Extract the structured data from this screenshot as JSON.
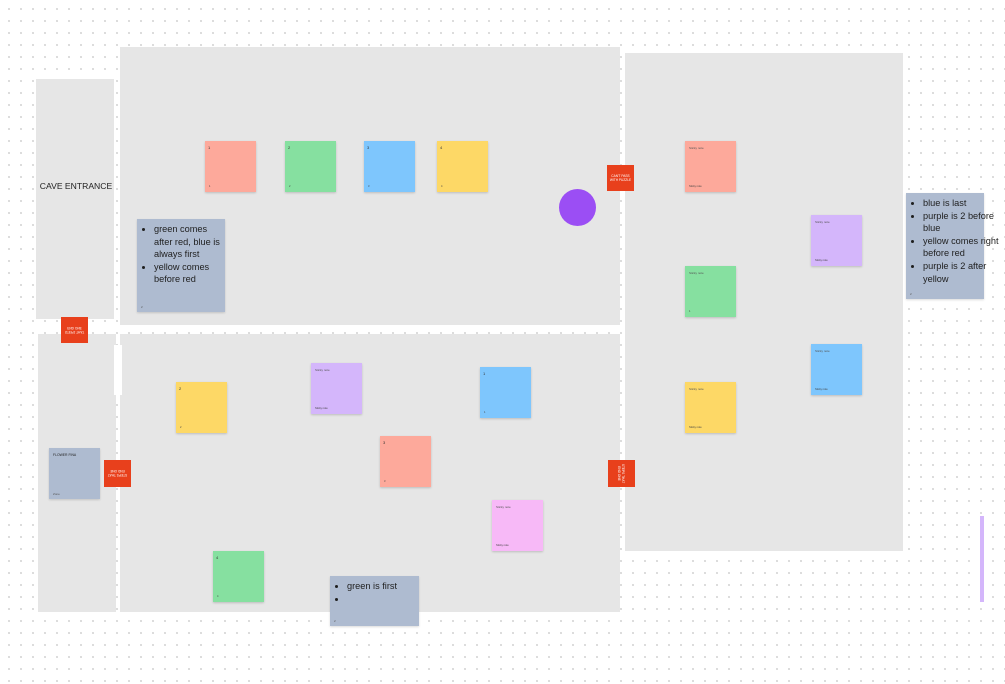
{
  "colors": {
    "red": "#fda99b",
    "green": "#86e0a0",
    "blue": "#7ec6fd",
    "yellow": "#fdd866",
    "purple": "#d4b6fb",
    "pink": "#f7b9f7",
    "note": "#aebbd0",
    "tag": "#e8401c",
    "circle": "#9b4ef4"
  },
  "cave_entrance": {
    "label": "CAVE ENTRANCE"
  },
  "tags": {
    "left_door": "STEPS THAT END ONE",
    "right_top_door": "CAN'T PASS WITH PUZZLE",
    "flower_door": "STEPS THAT END ONE",
    "middle_door": "STEPS THAT END ONE"
  },
  "room1": {
    "stickies": [
      {
        "num": "1",
        "foot": "1"
      },
      {
        "num": "2",
        "foot": "2"
      },
      {
        "num": "3",
        "foot": "3"
      },
      {
        "num": "4",
        "foot": "4"
      }
    ],
    "note": {
      "items": [
        "green comes after red,  blue is always first",
        "yellow comes before red"
      ],
      "foot": "2"
    }
  },
  "room2": {
    "yellow": {
      "num": "2",
      "foot": "2"
    },
    "purple": {
      "title": "Sticky note",
      "foot": "Sticky note"
    },
    "blue": {
      "num": "1",
      "foot": "1"
    },
    "red": {
      "num": "3",
      "foot": "3"
    },
    "pink": {
      "title": "Sticky note",
      "foot": "Sticky note"
    },
    "green": {
      "num": "4",
      "foot": "4"
    },
    "note": {
      "items": [
        "green is first",
        ""
      ],
      "foot": "2"
    }
  },
  "flower_note": {
    "title": "FLOWER FINA",
    "foot": "Zone"
  },
  "room3": {
    "red": {
      "title": "Sticky note",
      "foot": "Sticky note"
    },
    "green": {
      "title": "Sticky note",
      "foot": "1"
    },
    "yellow": {
      "title": "Sticky note",
      "foot": "Sticky note"
    },
    "purple": {
      "title": "Sticky note",
      "foot": "Sticky note"
    },
    "blue": {
      "title": "Sticky note",
      "foot": "Sticky note"
    }
  },
  "right_note": {
    "items": [
      "blue is last",
      "purple is 2 before blue",
      "yellow comes right before red",
      "purple is 2 after yellow"
    ],
    "foot": "2"
  }
}
